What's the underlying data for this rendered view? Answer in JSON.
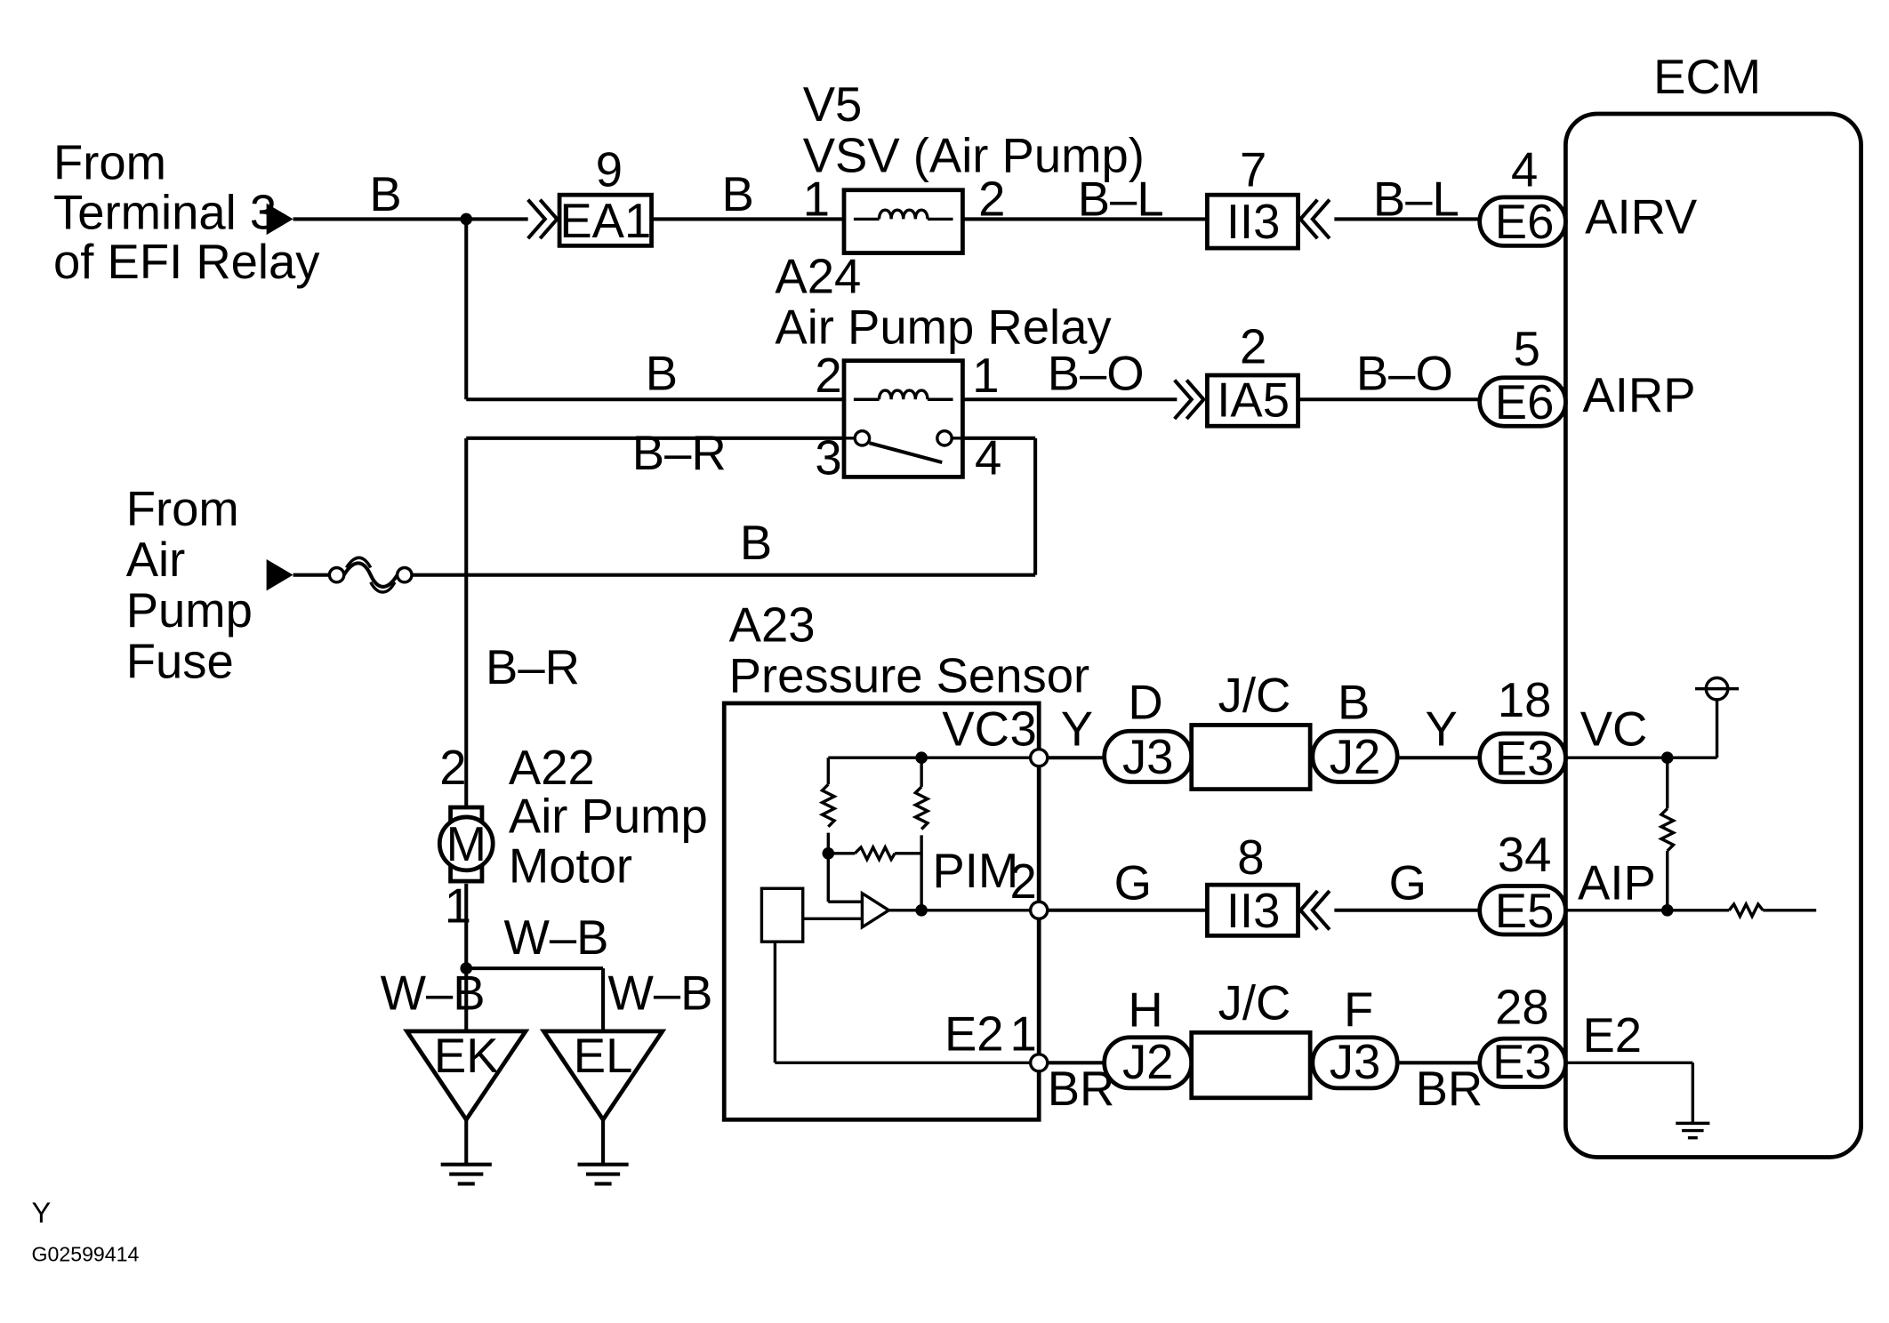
{
  "ecm": {
    "title": "ECM",
    "pins": {
      "airv": {
        "num": "4",
        "conn": "E6",
        "name": "AIRV"
      },
      "airp": {
        "num": "5",
        "conn": "E6",
        "name": "AIRP"
      },
      "vc": {
        "num": "18",
        "conn": "E3",
        "name": "VC"
      },
      "aip": {
        "num": "34",
        "conn": "E5",
        "name": "AIP"
      },
      "e2": {
        "num": "28",
        "conn": "E3",
        "name": "E2"
      }
    }
  },
  "sources": {
    "efi": {
      "line1": "From",
      "line2": "Terminal 3",
      "line3": "of EFI Relay"
    },
    "fuse": {
      "line1": "From",
      "line2": "Air",
      "line3": "Pump",
      "line4": "Fuse"
    }
  },
  "components": {
    "vsv": {
      "code": "V5",
      "name": "VSV (Air Pump)",
      "pin1": "1",
      "pin2": "2"
    },
    "relay": {
      "code": "A24",
      "name": "Air Pump Relay",
      "pin1": "1",
      "pin2": "2",
      "pin3": "3",
      "pin4": "4"
    },
    "motor": {
      "code": "A22",
      "name1": "Air Pump",
      "name2": "Motor",
      "symbol": "M",
      "pin1": "1",
      "pin2": "2"
    },
    "sensor": {
      "code": "A23",
      "name": "Pressure Sensor",
      "vc": "VC",
      "pim": "PIM",
      "e2": "E2",
      "pin1": "1",
      "pin2": "2",
      "pin3": "3"
    }
  },
  "connectors": {
    "ea1": {
      "num": "9",
      "label": "EA1"
    },
    "ii3_top": {
      "num": "7",
      "label": "II3"
    },
    "ia5": {
      "num": "2",
      "label": "IA5"
    },
    "ii3_mid": {
      "num": "8",
      "label": "II3"
    },
    "jc_top": {
      "label": "J/C",
      "left_pin": "D",
      "left_conn": "J3",
      "right_pin": "B",
      "right_conn": "J2"
    },
    "jc_bot": {
      "label": "J/C",
      "left_pin": "H",
      "left_conn": "J2",
      "right_pin": "F",
      "right_conn": "J3"
    }
  },
  "grounds": {
    "ek": "EK",
    "el": "EL"
  },
  "wires": {
    "b": "B",
    "bl": "B–L",
    "bo": "B–O",
    "br": "B–R",
    "wb": "W–B",
    "y": "Y",
    "g": "G",
    "brn": "BR"
  },
  "footer": {
    "code_letter": "Y",
    "figure_id": "G02599414"
  }
}
